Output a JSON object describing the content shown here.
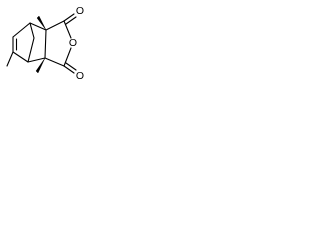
{
  "molecule": {
    "atom_labels": {
      "anhydride_carbonyl_top_oxygen": "O",
      "anhydride_ring_oxygen": "O",
      "anhydride_carbonyl_bottom_oxygen": "O"
    },
    "colors": {
      "bond": "#000000",
      "background": "#ffffff"
    }
  }
}
